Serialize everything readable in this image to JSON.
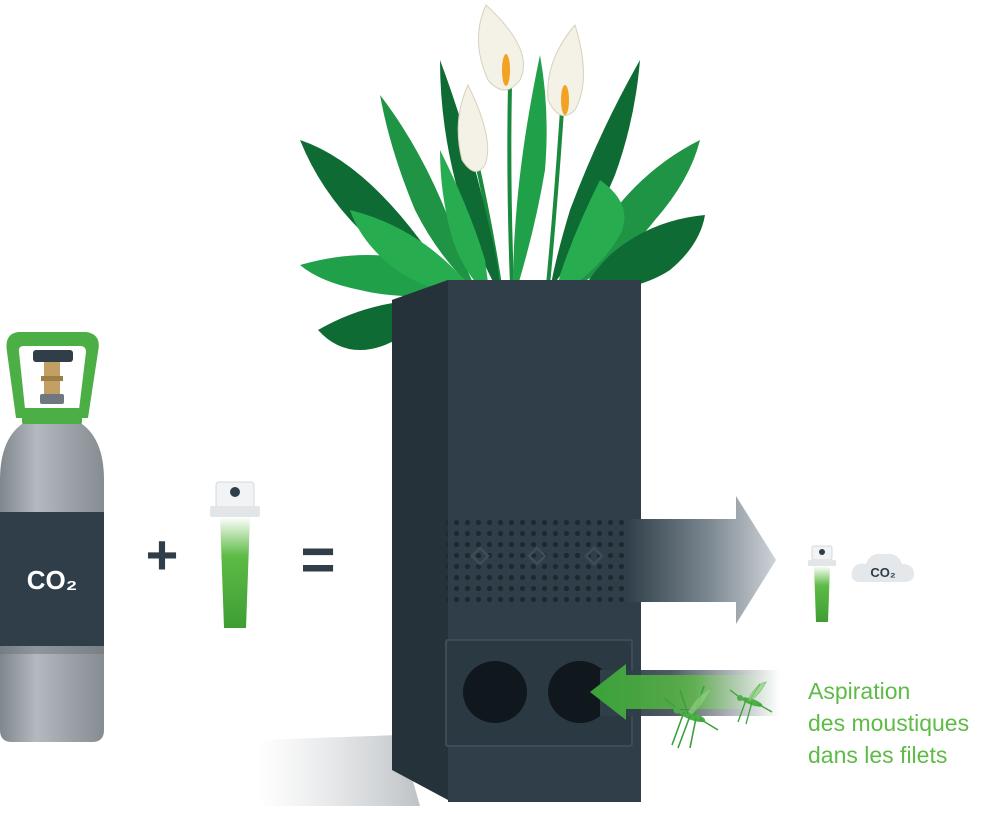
{
  "cylinder": {
    "label": "CO₂"
  },
  "operators": {
    "plus": "+",
    "equals": "="
  },
  "output": {
    "cloud_label": "CO₂"
  },
  "caption": {
    "lines": [
      "Aspiration",
      "des moustiques",
      "dans les filets"
    ]
  },
  "colors": {
    "accent_green": "#5dbb46",
    "device_body": "#2f3e48",
    "device_side": "#26323a",
    "leaf_dark": "#0f6b34",
    "leaf_light": "#21a04a",
    "cylinder_grey": "#9aa1a7",
    "cylinder_band": "#2f3e48"
  }
}
